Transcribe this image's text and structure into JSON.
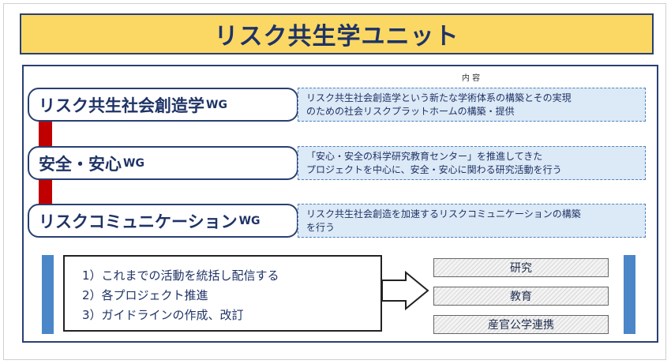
{
  "title": "リスク共生学ユニット",
  "content_header": "内 容",
  "working_groups": [
    {
      "name_main": "リスク共生社会創造学",
      "name_suffix": "WG",
      "description_line1": "リスク共生社会創造学という新たな学術体系の構築とその実現",
      "description_line2": "のための社会リスクプラットホームの構築・提供"
    },
    {
      "name_main": "安全・安心",
      "name_suffix": "WG",
      "description_line1": "「安心・安全の科学研究教育センター」を推進してきた",
      "description_line2": "プロジェクトを中心に、安全・安心に関わる研究活動を行う"
    },
    {
      "name_main": "リスクコミュニケーション",
      "name_suffix": "WG",
      "description_line1": "リスク共生社会創造を加速するリスクコミュニケーションの構築",
      "description_line2": "を行う"
    }
  ],
  "activities": [
    "1）これまでの活動を統括し配信する",
    "2）各プロジェクト推進",
    "3）ガイドラインの作成、改訂"
  ],
  "outputs": [
    "研究",
    "教育",
    "産官公学連携"
  ],
  "colors": {
    "title_background": "#fad863",
    "border": "#2a3f73",
    "description_background": "#dce9f6",
    "connector": "#c00000",
    "side_bars": "#4a86c8"
  }
}
